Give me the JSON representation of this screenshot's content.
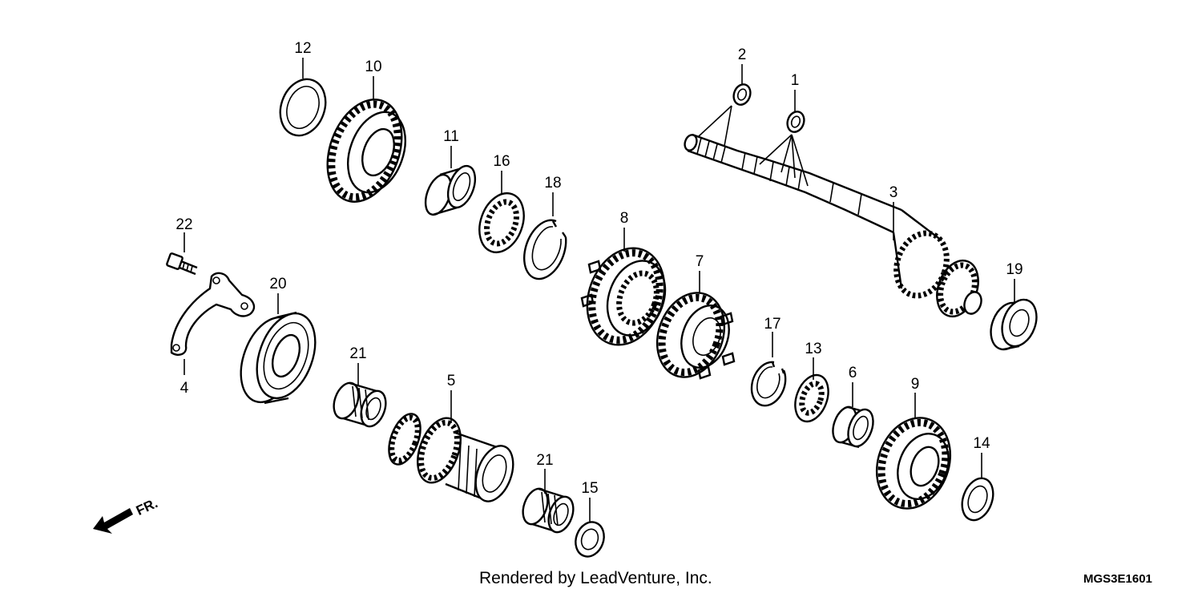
{
  "callouts": {
    "c1": "1",
    "c2": "2",
    "c3": "3",
    "c4": "4",
    "c5": "5",
    "c6": "6",
    "c7": "7",
    "c8": "8",
    "c9": "9",
    "c10": "10",
    "c11": "11",
    "c12": "12",
    "c13": "13",
    "c14": "14",
    "c15": "15",
    "c16": "16",
    "c17": "17",
    "c18": "18",
    "c19": "19",
    "c20": "20",
    "c21a": "21",
    "c21b": "21",
    "c22": "22"
  },
  "direction_label": "FR.",
  "footer": {
    "credit": "Rendered by LeadVenture, Inc.",
    "code": "MGS3E1601"
  }
}
